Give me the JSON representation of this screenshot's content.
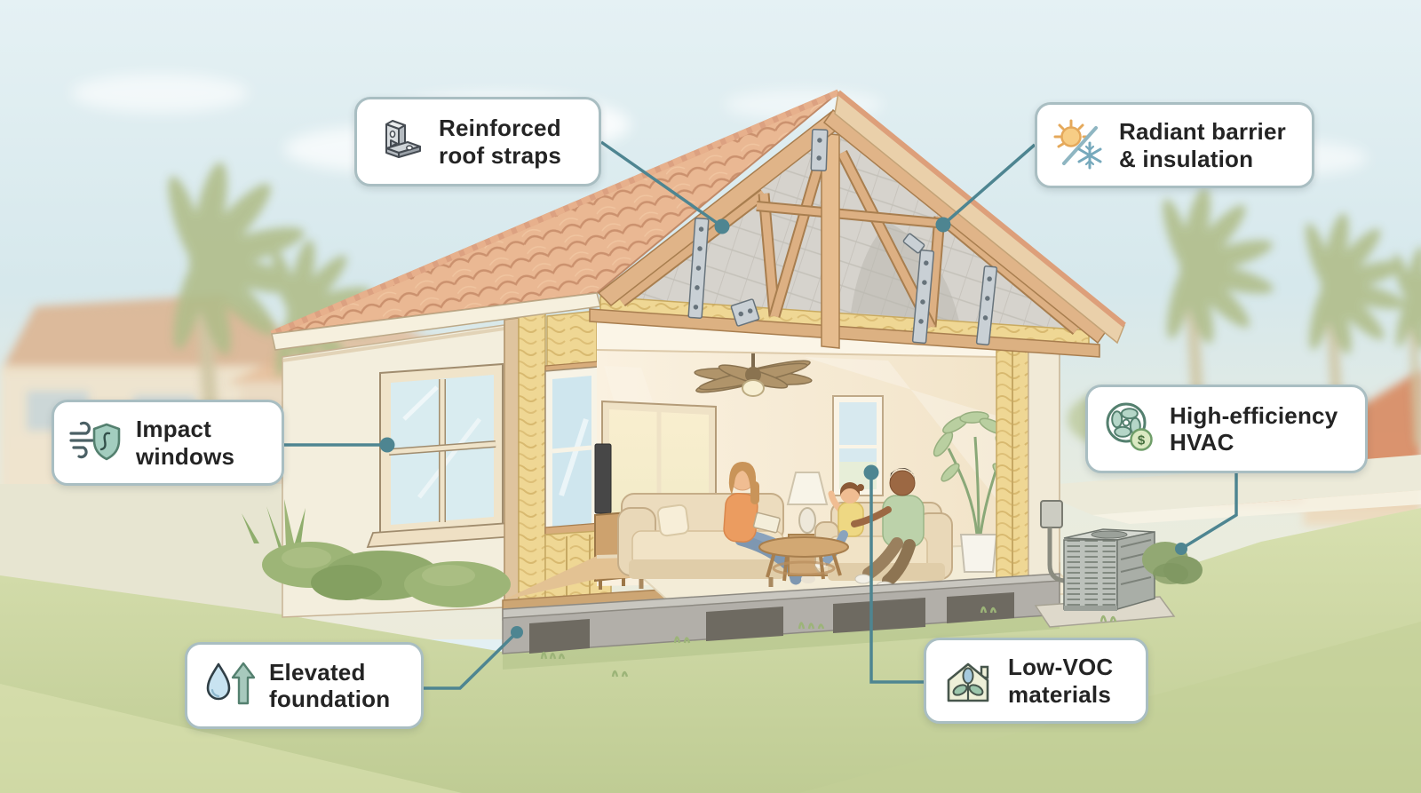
{
  "callouts": [
    {
      "label": "Reinforced roof straps",
      "icon": "roof-strap-bracket-icon"
    },
    {
      "label": "Radiant barrier & insulation",
      "icon": "sun-snowflake-icon"
    },
    {
      "label": "Impact windows",
      "icon": "wind-shield-icon"
    },
    {
      "label": "High-efficiency HVAC",
      "icon": "fan-dollar-icon",
      "badge_symbol": "$"
    },
    {
      "label": "Elevated foundation",
      "icon": "droplet-arrow-icon"
    },
    {
      "label": "Low-VOC materials",
      "icon": "house-plant-icon"
    }
  ],
  "colors": {
    "leader_line": "#4e8591",
    "callout_border": "#a9bec2",
    "callout_background": "#ffffff",
    "label_text": "#242424",
    "roof_tile": "#eab893",
    "truss_wood": "#e0b488",
    "insulation": "#efd794",
    "stucco_wall": "#f3eedd",
    "foundation_concrete": "#b2afa9",
    "lawn": "#cdd8a2",
    "sky": "#dceef2"
  }
}
